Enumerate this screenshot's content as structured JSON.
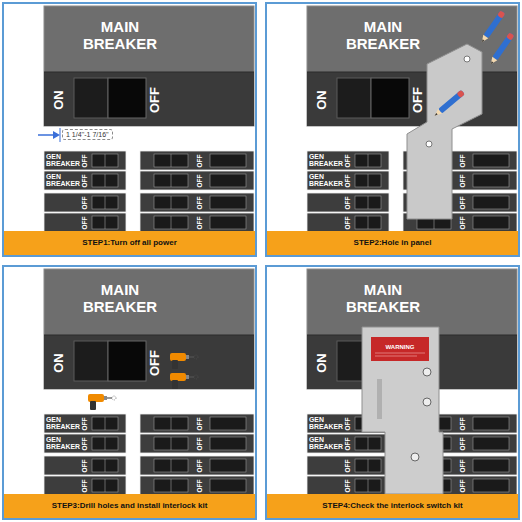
{
  "diagram": {
    "nodes": [
      {
        "text": [
          "MAIN BREAKER",
          "ON",
          "OFF"
        ]
      },
      {
        "text": [
          "STEP1:Turn off all power"
        ]
      },
      {
        "text": [
          "MAIN BREAKER",
          "ON",
          "OFF"
        ]
      },
      {
        "text": [
          "STEP2:Hole in panel"
        ]
      },
      {
        "text": [
          "MAIN BREAKER",
          "ON",
          "OFF"
        ]
      },
      {
        "text": [
          "STEP3:Drill holes and install interlock kit"
        ]
      },
      {
        "text": [
          "MAIN BREAKER",
          "ON"
        ]
      },
      {
        "text": [
          "STEP4:Check the interlock switch kit"
        ]
      }
    ],
    "labels": [
      "1 1/4''-1 7/16''",
      "GEN BREAKER",
      "OFF",
      "GEN BREAKER",
      "OFF",
      "OFF",
      "OFF",
      "OFF",
      "OFF",
      "OFF",
      "OFF",
      "GEN BREAKER",
      "OFF",
      "GEN BREAKER",
      "OFF",
      "OFF",
      "OFF",
      "OFF",
      "OFF",
      "OFF",
      "OFF",
      "GEN BREAKER",
      "OFF",
      "GEN BREAKER",
      "OFF",
      "OFF",
      "OFF",
      "OFF",
      "OFF",
      "OFF",
      "OFF",
      "WARNING",
      "GEN BREAKER",
      "OFF",
      "GEN BREAKER",
      "OFF",
      "OFF",
      "OFF",
      "OFF",
      "OFF",
      "OFF",
      "OFF"
    ]
  }
}
